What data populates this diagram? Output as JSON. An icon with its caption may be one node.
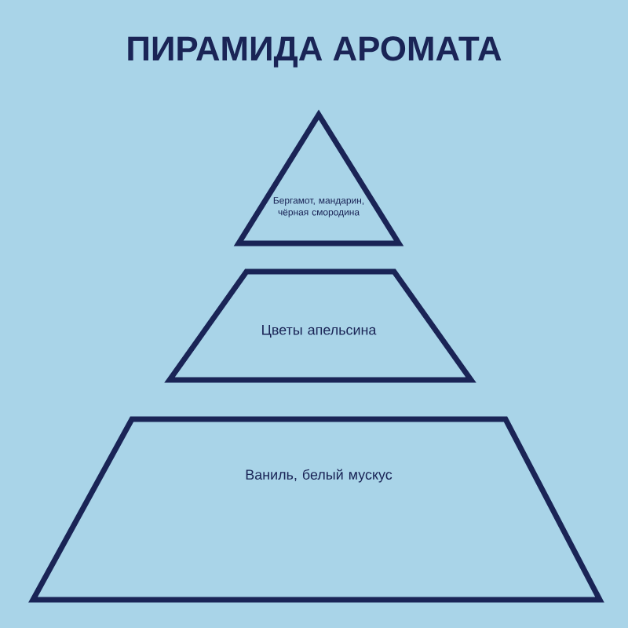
{
  "diagram": {
    "title": "ПИРАМИДА АРОМАТА",
    "nodes": [
      {
        "text": [
          "Бергамот, мандарин, чёрная смородина"
        ]
      },
      {
        "text": [
          "Цветы апельсина"
        ]
      },
      {
        "text": [
          "Ваниль, белый мускус"
        ]
      }
    ]
  }
}
